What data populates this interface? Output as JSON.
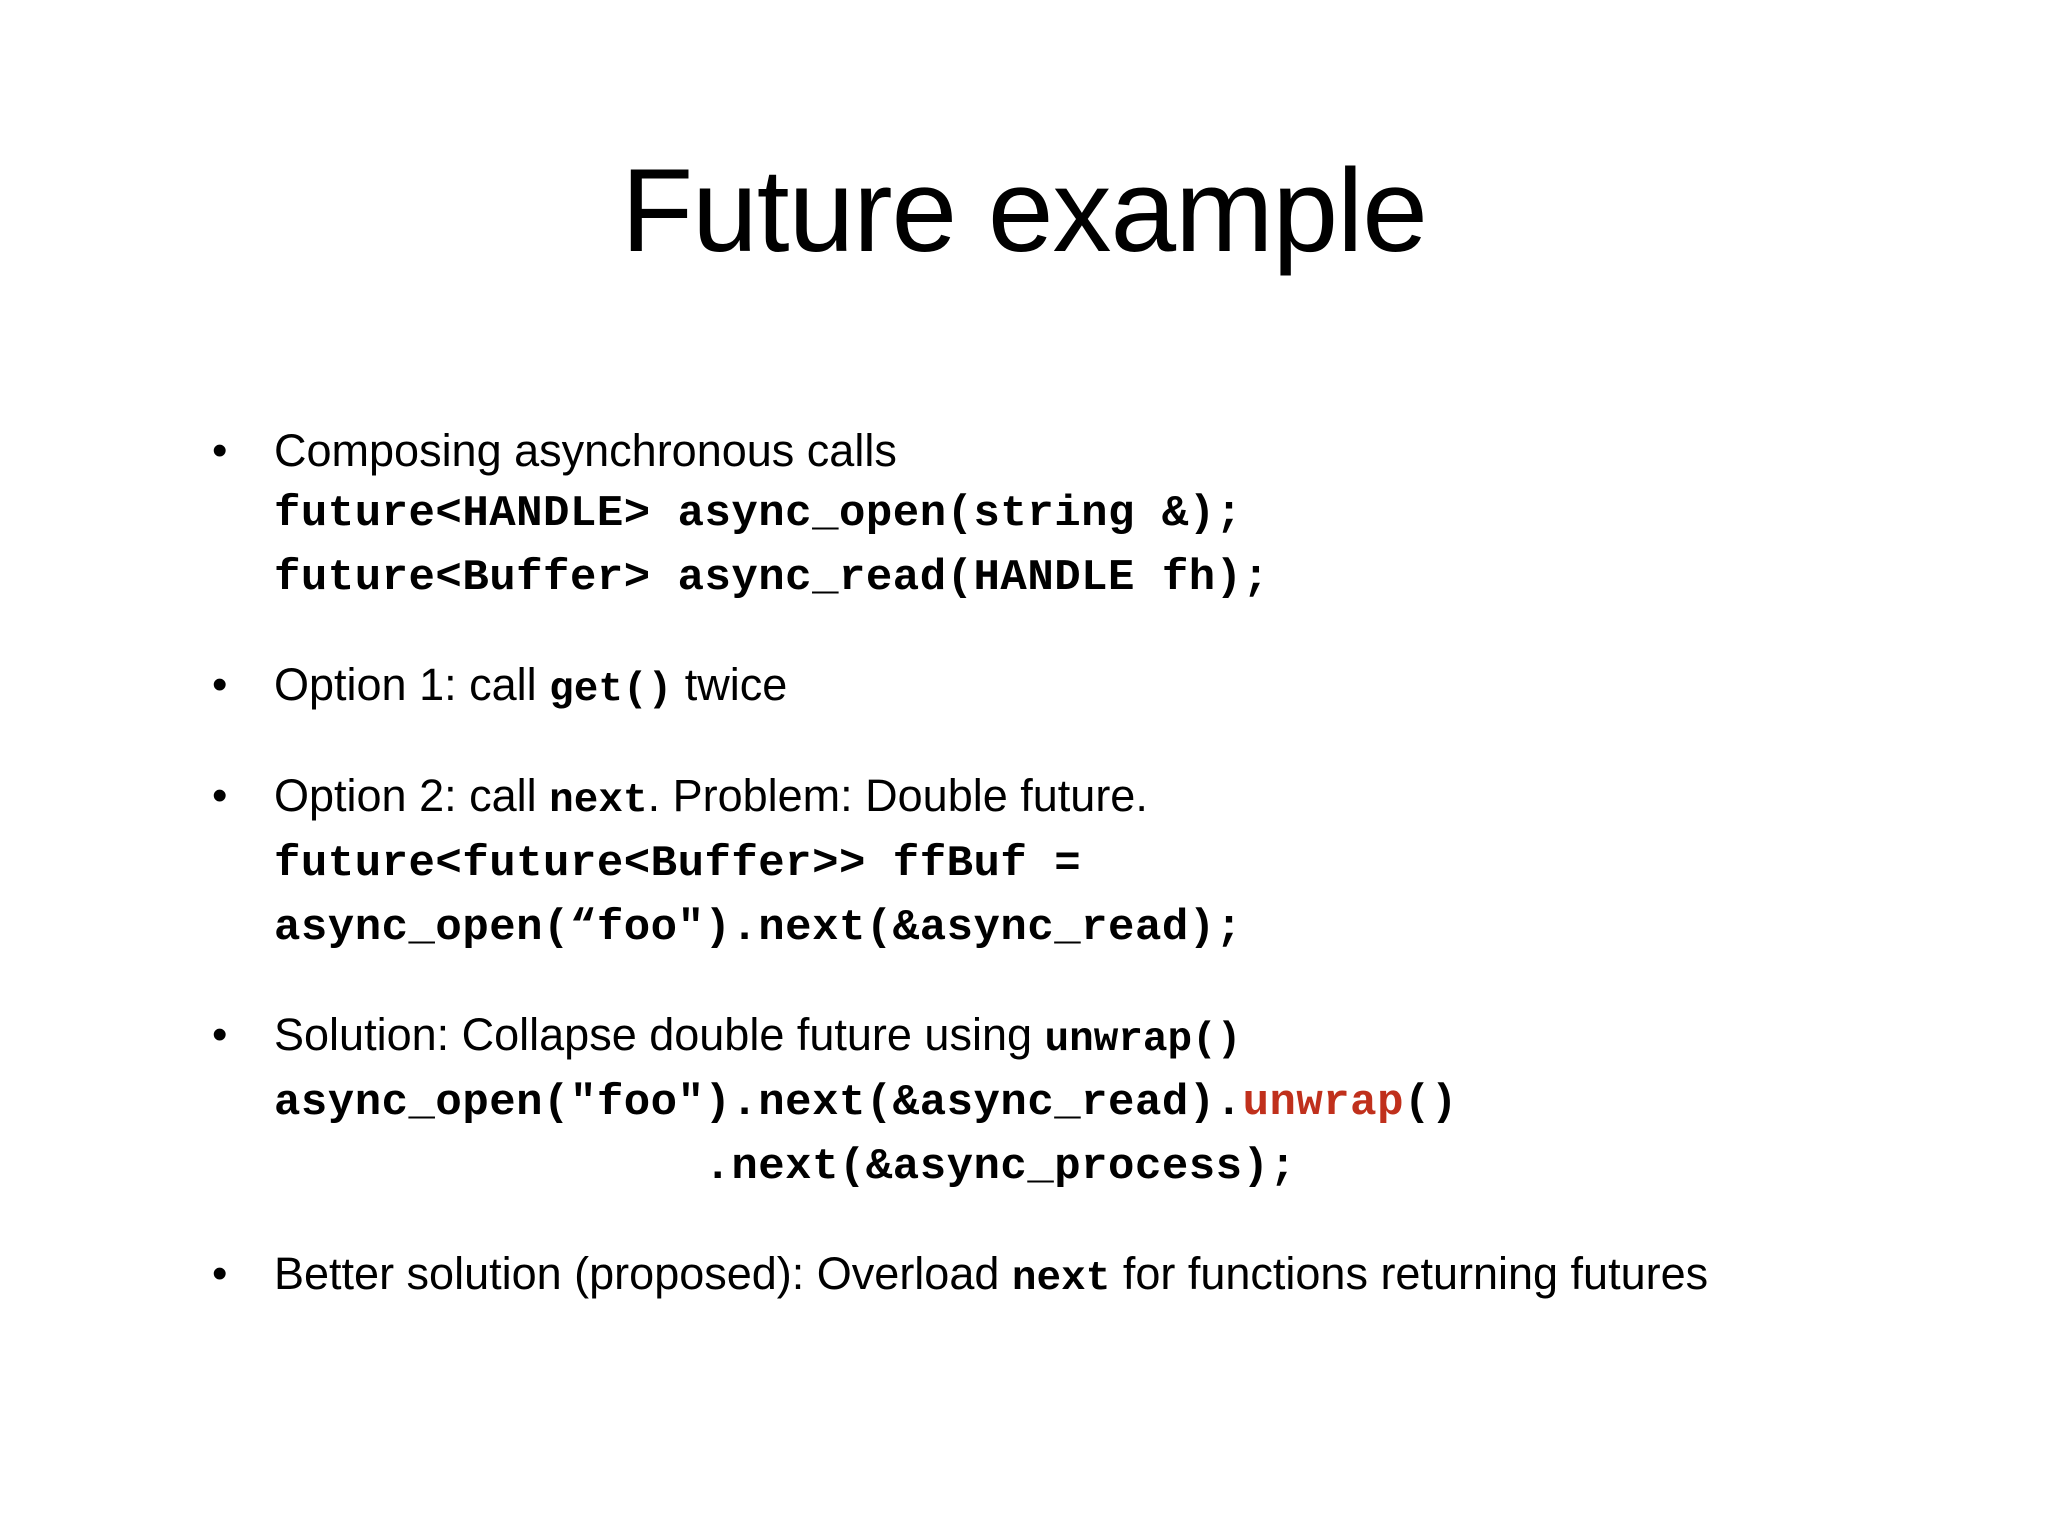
{
  "slide": {
    "title": "Future example",
    "background_color": "#ffffff",
    "text_color": "#000000",
    "highlight_color": "#C0301C",
    "bullet_glyph": "•"
  },
  "bullets": [
    {
      "id": "composing",
      "prose": [
        {
          "t": "Composing asynchronous calls",
          "code": false
        }
      ],
      "code_lines": [
        {
          "segments": [
            {
              "t": "future<HANDLE> async_open(string &);",
              "hl": false
            }
          ]
        },
        {
          "segments": [
            {
              "t": "future<Buffer> async_read(HANDLE fh);",
              "hl": false
            }
          ]
        }
      ]
    },
    {
      "id": "option-1",
      "prose": [
        {
          "t": "Option 1: call ",
          "code": false
        },
        {
          "t": "get()",
          "code": true
        },
        {
          "t": " twice",
          "code": false
        }
      ],
      "code_lines": []
    },
    {
      "id": "option-2",
      "prose": [
        {
          "t": "Option 2: call ",
          "code": false
        },
        {
          "t": "next",
          "code": true
        },
        {
          "t": ". Problem: Double future.",
          "code": false
        }
      ],
      "code_lines": [
        {
          "segments": [
            {
              "t": "future<future<Buffer>> ffBuf =",
              "hl": false
            }
          ]
        },
        {
          "segments": [
            {
              "t": "async_open(“foo\").next(&async_read);",
              "hl": false
            }
          ]
        }
      ]
    },
    {
      "id": "solution",
      "prose": [
        {
          "t": "Solution: Collapse double future using ",
          "code": false
        },
        {
          "t": "unwrap()",
          "code": true
        }
      ],
      "code_lines": [
        {
          "segments": [
            {
              "t": "async_open(\"foo\").next(&async_read).",
              "hl": false
            },
            {
              "t": "unwrap",
              "hl": true
            },
            {
              "t": "()",
              "hl": false
            }
          ]
        },
        {
          "segments": [
            {
              "t": "                .next(&async_process);",
              "hl": false
            }
          ]
        }
      ]
    },
    {
      "id": "better-solution",
      "prose": [
        {
          "t": "Better solution (proposed): Overload ",
          "code": false
        },
        {
          "t": "next",
          "code": true
        },
        {
          "t": " for functions returning futures",
          "code": false
        }
      ],
      "code_lines": []
    }
  ]
}
